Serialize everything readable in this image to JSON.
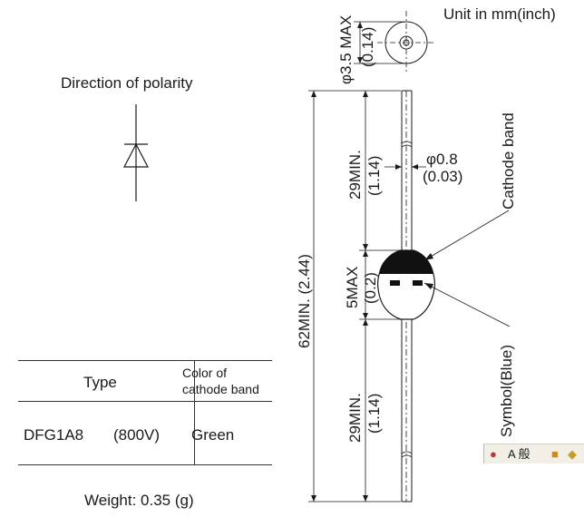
{
  "unit_note": "Unit in mm(inch)",
  "polarity": {
    "label": "Direction of polarity"
  },
  "dimensions": {
    "head_dia": "φ3.5 MAX",
    "head_dia_inch": "(0.14)",
    "overall_length": "62MIN. (2.44)",
    "upper_lead_length": "29MIN.",
    "upper_lead_length_inch": "(1.14)",
    "lead_dia": "φ0.8",
    "lead_dia_inch": "(0.03)",
    "body_length": "5MAX",
    "body_length_inch": "(0.2)",
    "lower_lead_length": "29MIN.",
    "lower_lead_length_inch": "(1.14)"
  },
  "callouts": {
    "cathode_band": "Cathode band",
    "symbol": "Symbol(Blue)"
  },
  "table": {
    "col_type": "Type",
    "col_color_line1": "Color of",
    "col_color_line2": "cathode band",
    "row_type": "DFG1A8",
    "row_voltage": "(800V)",
    "row_color": "Green"
  },
  "weight": "Weight: 0.35 (g)",
  "taskbar": {
    "ime_label": "A 般"
  },
  "colors": {
    "line": "#1a1a1a",
    "band": "#111111"
  }
}
